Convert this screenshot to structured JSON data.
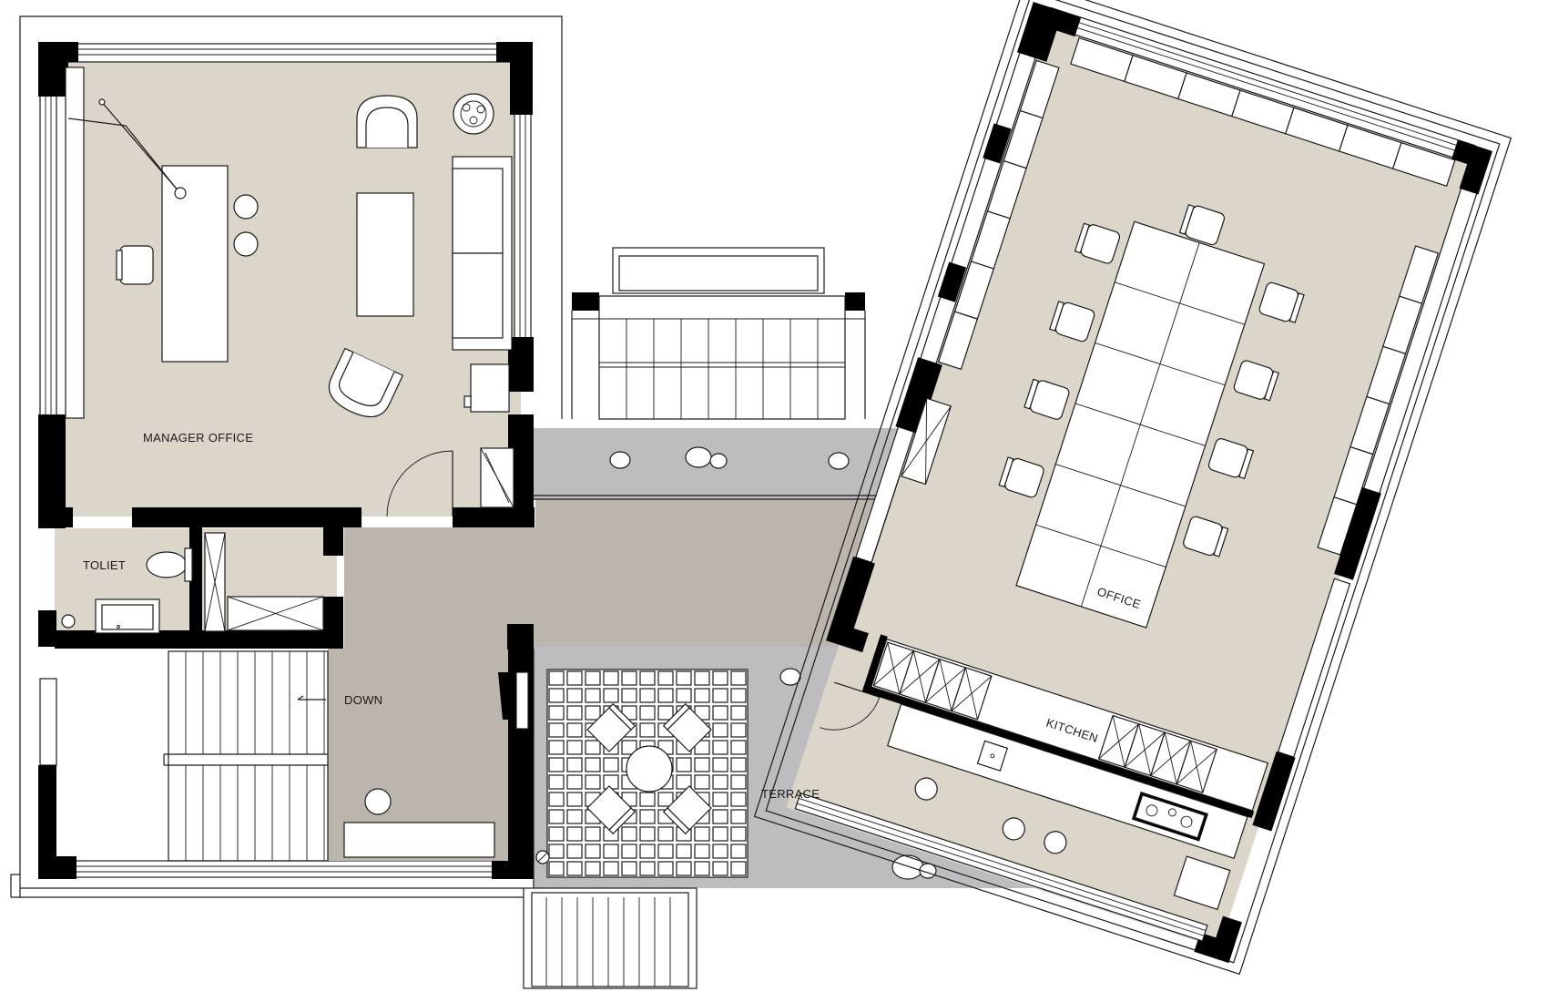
{
  "rooms": {
    "manager_office": "MANAGER OFFICE",
    "toilet": "TOLIET",
    "stairs_down": "DOWN",
    "terrace": "TERRACE",
    "office": "OFFICE",
    "kitchen": "KITCHEN"
  },
  "colors": {
    "interior_floor": "#dcd6ca",
    "corridor_floor": "#bcb5ad",
    "terrace_floor": "#bdbcbf",
    "walls": "#000000",
    "background": "#ffffff"
  }
}
